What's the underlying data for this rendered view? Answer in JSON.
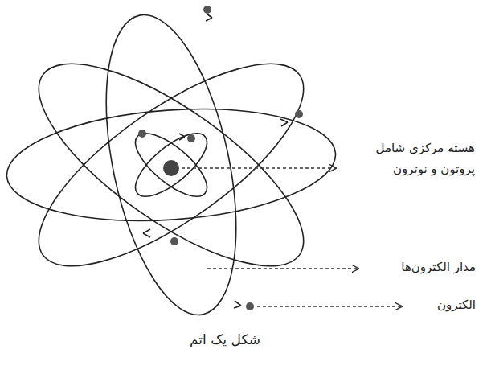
{
  "diagram": {
    "caption": "شکل یک اتم",
    "labels": [
      "هسته مرکزی شامل پروتون و نوترون",
      "مدار الکترون‌ها",
      "الکترون"
    ]
  }
}
